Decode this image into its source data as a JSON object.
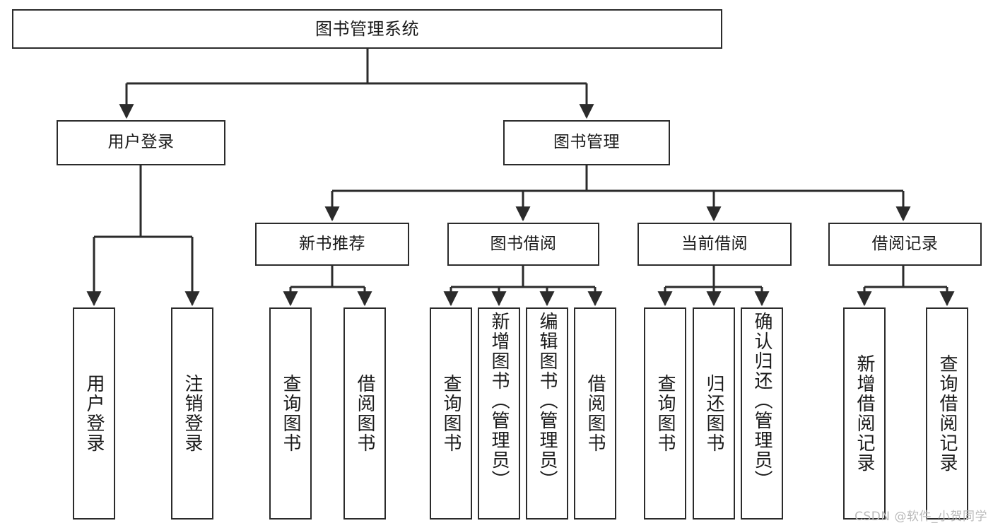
{
  "diagram": {
    "title": "图书管理系统",
    "type": "tree",
    "watermark": "CSDN @软件_小贺同学",
    "colors": {
      "stroke": "#2b2b2b",
      "fill": "#ffffff",
      "text": "#1a1a1a",
      "watermark": "#b9b9b9"
    },
    "levels": [
      {
        "level": 1,
        "nodes": [
          {
            "id": "root",
            "label": "图书管理系统",
            "orientation": "horizontal"
          }
        ]
      },
      {
        "level": 2,
        "nodes": [
          {
            "id": "user-login",
            "label": "用户登录",
            "orientation": "horizontal",
            "parent": "root"
          },
          {
            "id": "book-manage",
            "label": "图书管理",
            "orientation": "horizontal",
            "parent": "root"
          }
        ]
      },
      {
        "level": 3,
        "nodes": [
          {
            "id": "new-book-rec",
            "label": "新书推荐",
            "orientation": "horizontal",
            "parent": "book-manage"
          },
          {
            "id": "book-borrow",
            "label": "图书借阅",
            "orientation": "horizontal",
            "parent": "book-manage"
          },
          {
            "id": "current-borrow",
            "label": "当前借阅",
            "orientation": "horizontal",
            "parent": "book-manage"
          },
          {
            "id": "borrow-record",
            "label": "借阅记录",
            "orientation": "horizontal",
            "parent": "book-manage"
          }
        ]
      },
      {
        "level": 4,
        "nodes": [
          {
            "id": "leaf-user-login",
            "label": "用户登录",
            "orientation": "vertical",
            "parent": "user-login"
          },
          {
            "id": "leaf-logout",
            "label": "注销登录",
            "orientation": "vertical",
            "parent": "user-login"
          },
          {
            "id": "leaf-query-book-1",
            "label": "查询图书",
            "orientation": "vertical",
            "parent": "new-book-rec"
          },
          {
            "id": "leaf-borrow-book-1",
            "label": "借阅图书",
            "orientation": "vertical",
            "parent": "new-book-rec"
          },
          {
            "id": "leaf-query-book-2",
            "label": "查询图书",
            "orientation": "vertical",
            "parent": "book-borrow"
          },
          {
            "id": "leaf-add-book",
            "label": "新增图书（管理员）",
            "orientation": "vertical",
            "parent": "book-borrow"
          },
          {
            "id": "leaf-edit-book",
            "label": "编辑图书（管理员）",
            "orientation": "vertical",
            "parent": "book-borrow"
          },
          {
            "id": "leaf-borrow-book-2",
            "label": "借阅图书",
            "orientation": "vertical",
            "parent": "book-borrow"
          },
          {
            "id": "leaf-query-book-3",
            "label": "查询图书",
            "orientation": "vertical",
            "parent": "current-borrow"
          },
          {
            "id": "leaf-return-book",
            "label": "归还图书",
            "orientation": "vertical",
            "parent": "current-borrow"
          },
          {
            "id": "leaf-confirm-return",
            "label": "确认归还（管理员）",
            "orientation": "vertical",
            "parent": "current-borrow"
          },
          {
            "id": "leaf-add-record",
            "label": "新增借阅记录",
            "orientation": "vertical",
            "parent": "borrow-record"
          },
          {
            "id": "leaf-query-record",
            "label": "查询借阅记录",
            "orientation": "vertical",
            "parent": "borrow-record"
          }
        ]
      }
    ]
  }
}
